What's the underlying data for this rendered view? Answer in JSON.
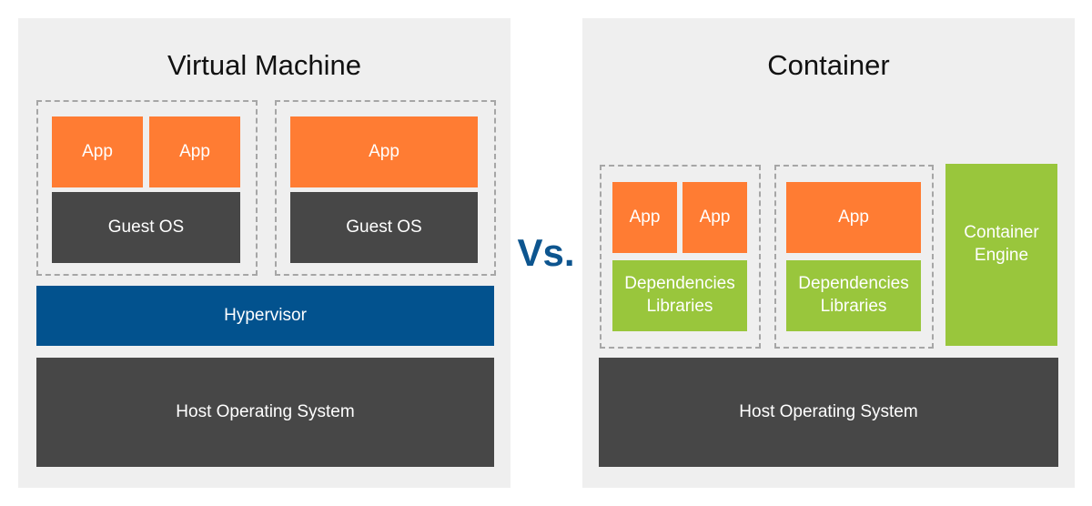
{
  "vm": {
    "title": "Virtual Machine",
    "group1": {
      "apps": [
        "App",
        "App"
      ],
      "guest_os": "Guest OS"
    },
    "group2": {
      "apps": [
        "App"
      ],
      "guest_os": "Guest OS"
    },
    "hypervisor": "Hypervisor",
    "host_os": "Host Operating System"
  },
  "versus": "Vs.",
  "container": {
    "title": "Container",
    "group1": {
      "apps": [
        "App",
        "App"
      ],
      "deps": [
        "Dependencies",
        "Libraries"
      ]
    },
    "group2": {
      "apps": [
        "App"
      ],
      "deps": [
        "Dependencies",
        "Libraries"
      ]
    },
    "engine": [
      "Container",
      "Engine"
    ],
    "host_os": "Host Operating System"
  },
  "colors": {
    "app": "#ff7c33",
    "os": "#474747",
    "hypervisor": "#02528e",
    "dependencies": "#99c63c",
    "vs_text": "#0d558f",
    "panel": "#efefef"
  }
}
